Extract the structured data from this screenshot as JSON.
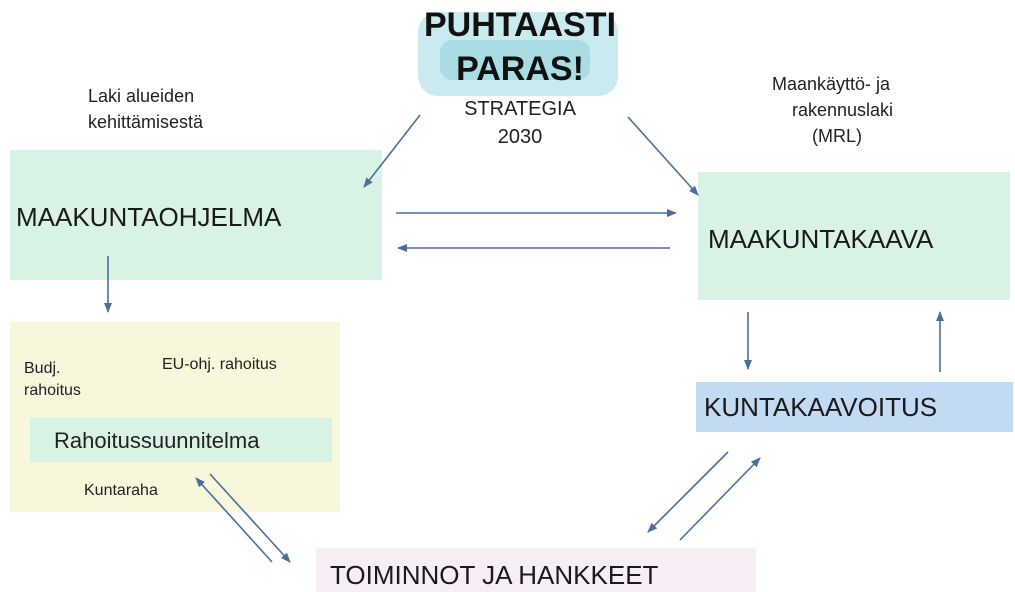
{
  "logo": {
    "line1": "PUHTAASTI",
    "line2": "PARAS!",
    "strategy": "STRATEGIA",
    "year": "2030"
  },
  "laws": {
    "regional_development": [
      "Laki alueiden",
      "kehittämisestä"
    ],
    "land_use": [
      "Maankäyttö- ja",
      "rakennuslaki",
      "(MRL)"
    ]
  },
  "boxes": {
    "maakuntaohjelma": "MAAKUNTAOHJELMA",
    "maakuntakaava": "MAAKUNTAKAAVA",
    "kuntakaavoitus": "KUNTAKAAVOITUS",
    "toiminnot": "TOIMINNOT JA HANKKEET",
    "rahoitus": "Rahoitussuunnitelma"
  },
  "funding": {
    "budj": [
      "Budj.",
      "rahoitus"
    ],
    "eu": "EU-ohj. rahoitus",
    "kuntaraha": "Kuntaraha"
  }
}
